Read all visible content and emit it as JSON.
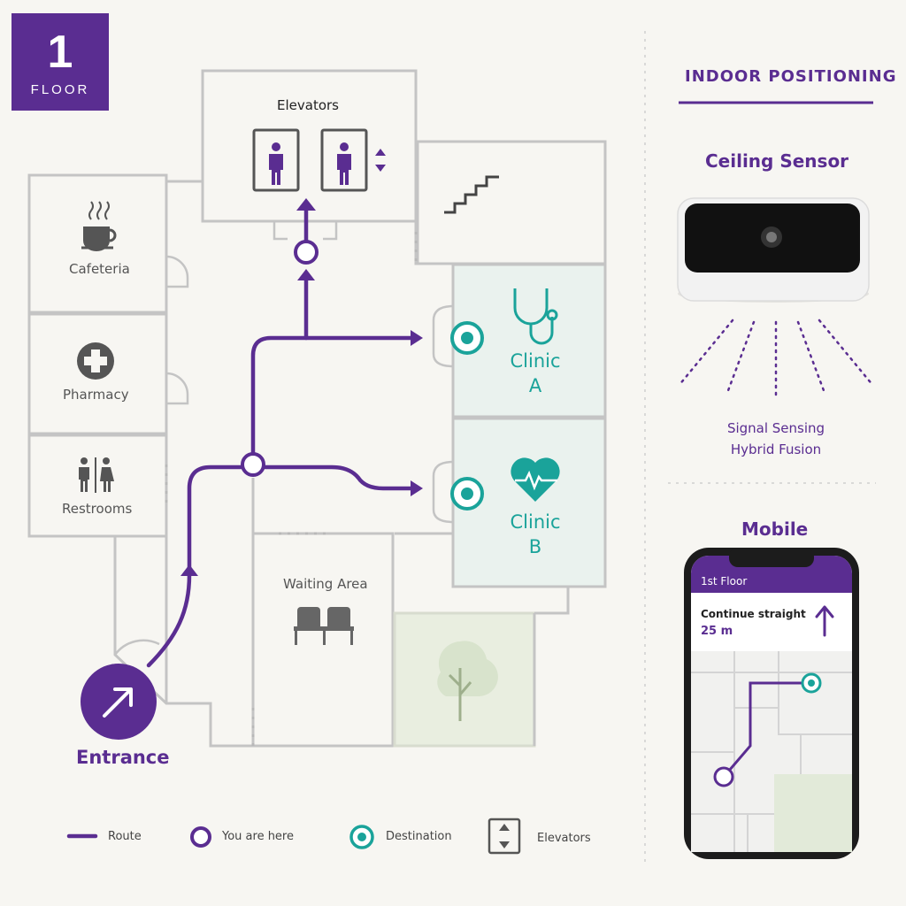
{
  "floor": {
    "number": "1",
    "label": "FLOOR"
  },
  "rooms": {
    "elevators": "Elevators",
    "cafeteria": "Cafeteria",
    "pharmacy": "Pharmacy",
    "restrooms": "Restrooms",
    "waiting_area": "Waiting Area",
    "clinic_a": {
      "line1": "Clinic",
      "line2": "A"
    },
    "clinic_b": {
      "line1": "Clinic",
      "line2": "B"
    },
    "entrance": "Entrance"
  },
  "panel": {
    "title": "INDOOR POSITIONING",
    "sensor_title": "Ceiling Sensor",
    "sensing_line1": "Signal Sensing",
    "sensing_line2": "Hybrid Fusion",
    "mobile_title": "Mobile"
  },
  "phone": {
    "floor_label": "1st Floor",
    "instruction": "Continue straight",
    "distance": "25 m"
  },
  "legend": {
    "route": "Route",
    "you_are_here": "You are here",
    "destination": "Destination",
    "elevators": "Elevators"
  },
  "icons": {
    "elevator": "elevator-person-icon",
    "stairs": "stairs-icon",
    "coffee": "coffee-cup-icon",
    "pharmacy": "medical-cross-icon",
    "restroom": "restroom-people-icon",
    "stethoscope": "stethoscope-icon",
    "heart": "heart-pulse-icon",
    "seats": "seats-icon",
    "tree": "tree-icon",
    "entrance_arrow": "arrow-up-right-icon"
  },
  "colors": {
    "brand_purple": "#5a2d91",
    "destination_teal": "#1aa39a",
    "clinic_fill": "#eaf2ee",
    "garden_fill": "#e9eee0",
    "wall": "#c4c4c4"
  }
}
